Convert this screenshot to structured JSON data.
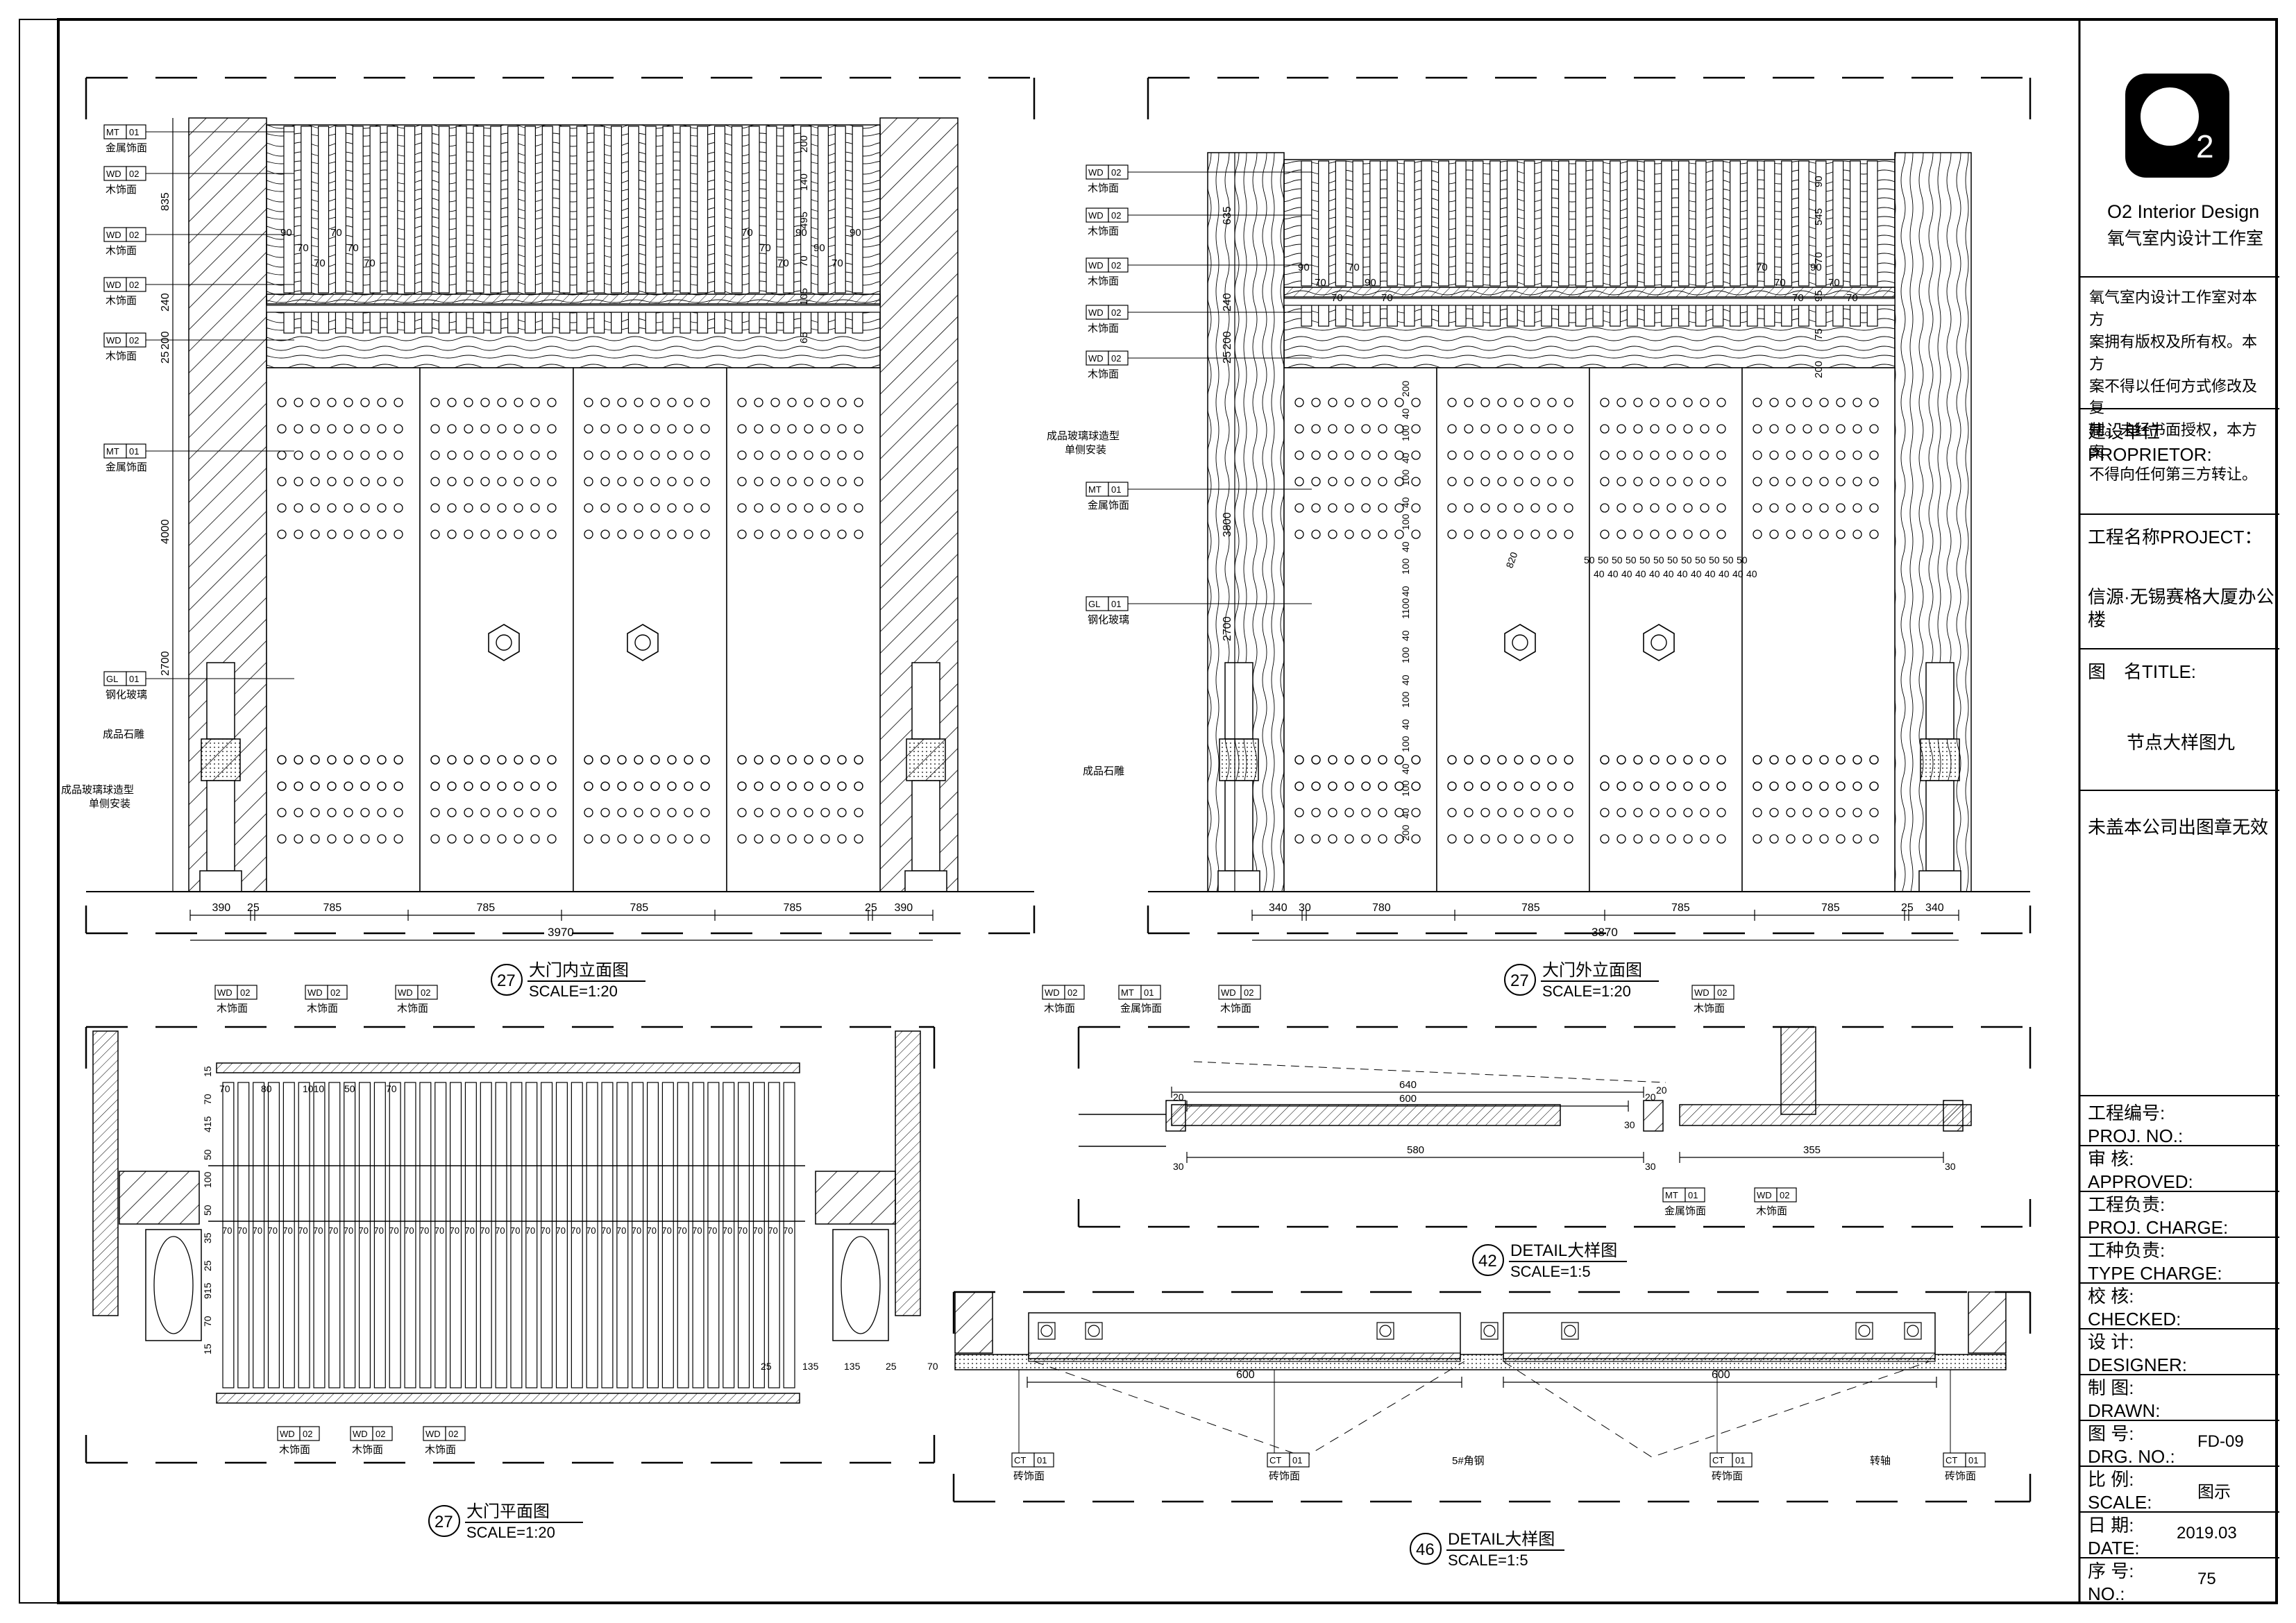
{
  "title_block": {
    "brand_en": "O2 Interior Design",
    "brand_cn": "氧气室内设计工作室",
    "logo_subscript": "2",
    "copyright_notice": [
      "氧气室内设计工作室对本方",
      "案拥有版权及所有权。本方",
      "案不得以任何方式修改及复",
      "制。未经书面授权，本方案",
      "不得向任何第三方转让。"
    ],
    "proprietor_label": "建设单位PROPRIETOR:",
    "project_label": "工程名称PROJECT：",
    "project_name": "信源·无锡赛格大厦办公楼",
    "title_label": "图　名TITLE:",
    "title_name": "节点大样图九",
    "stamp_note": "未盖本公司出图章无效",
    "proj_no": [
      "工程编号:",
      "PROJ. NO.:"
    ],
    "approved": [
      "审  核:",
      "APPROVED:"
    ],
    "proj_charge": [
      "工程负责:",
      "PROJ. CHARGE:"
    ],
    "type_charge": [
      "工种负责:",
      "TYPE CHARGE:"
    ],
    "checked": [
      "校  核:",
      "CHECKED:"
    ],
    "designer": [
      "设  计:",
      "DESIGNER:"
    ],
    "drawn": [
      "制  图:",
      "DRAWN:"
    ],
    "drg_no": [
      "图  号:",
      "DRG. NO.:"
    ],
    "drg_no_value": "FD-09",
    "scale": [
      "比  例:",
      "SCALE:"
    ],
    "scale_value": "图示",
    "date": [
      "日  期:",
      "DATE:"
    ],
    "date_value": "2019.03",
    "no": [
      "序  号:",
      "NO.:"
    ],
    "no_value": "75"
  },
  "drawings": {
    "inner_elevation": {
      "number": "27",
      "title": "大门内立面图",
      "scale": "SCALE=1:20",
      "bottom_dims": [
        "390",
        "25",
        "785",
        "785",
        "785",
        "785",
        "25",
        "390"
      ],
      "total_dim": "3970",
      "left_dims": [
        "835",
        "240",
        "200",
        "25",
        "4000",
        "2700"
      ],
      "top_dims": [
        "200",
        "140",
        "495",
        "70",
        "105",
        "65"
      ],
      "fin_dims": [
        "90",
        "70",
        "70",
        "70",
        "70",
        "70",
        "70",
        "70",
        "70",
        "90",
        "90",
        "70",
        "90"
      ],
      "tags": [
        {
          "code": "MT",
          "num": "01",
          "desc": "金属饰面"
        },
        {
          "code": "WD",
          "num": "02",
          "desc": "木饰面"
        },
        {
          "code": "WD",
          "num": "02",
          "desc": "木饰面"
        },
        {
          "code": "WD",
          "num": "02",
          "desc": "木饰面"
        },
        {
          "code": "WD",
          "num": "02",
          "desc": "木饰面"
        },
        {
          "code": "MT",
          "num": "01",
          "desc": "金属饰面"
        },
        {
          "code": "GL",
          "num": "01",
          "desc": "钢化玻璃"
        }
      ],
      "notes": [
        "成品石雕",
        "成品玻璃球造型",
        "单侧安装"
      ]
    },
    "outer_elevation": {
      "number": "27",
      "title": "大门外立面图",
      "scale": "SCALE=1:20",
      "bottom_dims": [
        "340",
        "30",
        "780",
        "785",
        "785",
        "785",
        "25",
        "340"
      ],
      "total_dim": "3870",
      "left_dims": [
        "635",
        "240",
        "200",
        "25",
        "3800",
        "2700"
      ],
      "top_dims": [
        "90",
        "545",
        "70",
        "95",
        "75",
        "200"
      ],
      "fin_dims": [
        "90",
        "70",
        "70",
        "70",
        "90",
        "70",
        "70",
        "70",
        "70",
        "90",
        "70",
        "70"
      ],
      "dot_dims": [
        "200",
        "40",
        "100",
        "40",
        "100",
        "40",
        "100",
        "40",
        "100",
        "40",
        "1100",
        "40",
        "100",
        "40",
        "100",
        "40",
        "100",
        "40",
        "100",
        "40",
        "200"
      ],
      "grid_dims_top": [
        "50",
        "50",
        "50",
        "50",
        "50",
        "50",
        "50",
        "50",
        "50",
        "50",
        "50",
        "50"
      ],
      "grid_dims_bot": [
        "40",
        "40",
        "40",
        "40",
        "40",
        "40",
        "40",
        "40",
        "40",
        "40",
        "40",
        "40"
      ],
      "diag_dim": "820",
      "tags": [
        {
          "code": "WD",
          "num": "02",
          "desc": "木饰面"
        },
        {
          "code": "WD",
          "num": "02",
          "desc": "木饰面"
        },
        {
          "code": "WD",
          "num": "02",
          "desc": "木饰面"
        },
        {
          "code": "WD",
          "num": "02",
          "desc": "木饰面"
        },
        {
          "code": "WD",
          "num": "02",
          "desc": "木饰面"
        },
        {
          "code": "MT",
          "num": "01",
          "desc": "金属饰面"
        },
        {
          "code": "GL",
          "num": "01",
          "desc": "钢化玻璃"
        }
      ],
      "notes": [
        "成品玻璃球造型",
        "单侧安装",
        "成品石雕"
      ]
    },
    "plan": {
      "number": "27",
      "title": "大门平面图",
      "scale": "SCALE=1:20",
      "left_dims": [
        "15",
        "70",
        "415",
        "50",
        "100",
        "50",
        "35",
        "25",
        "915",
        "70",
        "15"
      ],
      "misc_dims": [
        "70",
        "80",
        "1010",
        "50",
        "70",
        "25",
        "135",
        "135",
        "25",
        "70"
      ],
      "fin_label": "70",
      "fin_count": 38,
      "tags_top": [
        {
          "code": "WD",
          "num": "02",
          "desc": "木饰面"
        },
        {
          "code": "WD",
          "num": "02",
          "desc": "木饰面"
        },
        {
          "code": "WD",
          "num": "02",
          "desc": "木饰面"
        }
      ],
      "tags_bottom": [
        {
          "code": "WD",
          "num": "02",
          "desc": "木饰面"
        },
        {
          "code": "WD",
          "num": "02",
          "desc": "木饰面"
        },
        {
          "code": "WD",
          "num": "02",
          "desc": "木饰面"
        }
      ]
    },
    "detail42": {
      "number": "42",
      "title": "DETAIL大样图",
      "scale": "SCALE=1:5",
      "dims": [
        "640",
        "600",
        "20",
        "20",
        "30",
        "580",
        "30",
        "355",
        "30",
        "30",
        "20"
      ],
      "tags_top": [
        {
          "code": "WD",
          "num": "02",
          "desc": "木饰面"
        },
        {
          "code": "MT",
          "num": "01",
          "desc": "金属饰面"
        },
        {
          "code": "WD",
          "num": "02",
          "desc": "木饰面"
        },
        {
          "code": "WD",
          "num": "02",
          "desc": "木饰面"
        }
      ],
      "tags_bottom": [
        {
          "code": "MT",
          "num": "01",
          "desc": "金属饰面"
        },
        {
          "code": "WD",
          "num": "02",
          "desc": "木饰面"
        }
      ]
    },
    "detail46": {
      "number": "46",
      "title": "DETAIL大样图",
      "scale": "SCALE=1:5",
      "dims": [
        "600",
        "600"
      ],
      "notes": [
        "5#角钢",
        "转轴"
      ],
      "tags": [
        {
          "code": "CT",
          "num": "01",
          "desc": "砖饰面"
        },
        {
          "code": "CT",
          "num": "01",
          "desc": "砖饰面"
        },
        {
          "code": "CT",
          "num": "01",
          "desc": "砖饰面"
        },
        {
          "code": "CT",
          "num": "01",
          "desc": "砖饰面"
        }
      ]
    }
  }
}
